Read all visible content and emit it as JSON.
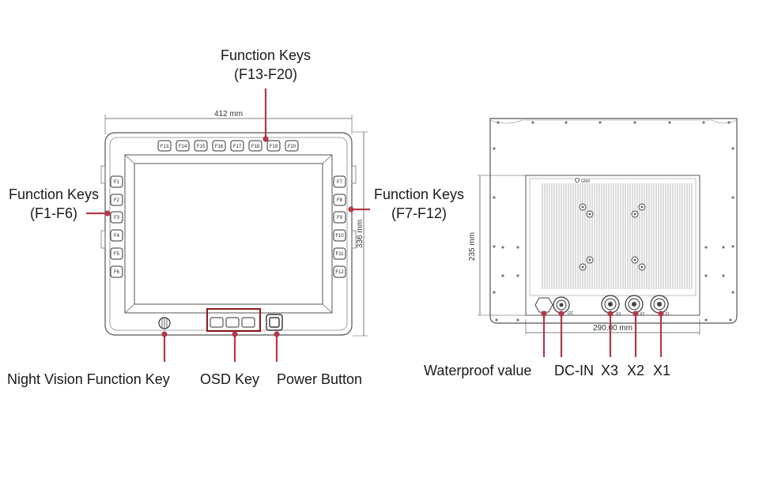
{
  "colors": {
    "leader": "#b03a48",
    "outline": "#555555",
    "highlight": "#8b1a1a"
  },
  "front_view": {
    "width_dim": "412 mm",
    "height_dim": "336 mm",
    "top_keys": [
      "F13",
      "F14",
      "F15",
      "F16",
      "F17",
      "F18",
      "F19",
      "F20"
    ],
    "left_keys": [
      "F1",
      "F2",
      "F3",
      "F4",
      "F5",
      "F6"
    ],
    "right_keys": [
      "F7",
      "F8",
      "F9",
      "F10",
      "F11",
      "F12"
    ]
  },
  "rear_view": {
    "width_dim": "290.00 mm",
    "height_dim": "235 mm",
    "gnd_label": "GND",
    "dc_label": "DC",
    "port_x3": "X3",
    "port_x2": "X2",
    "port_x1": "X1"
  },
  "callouts": {
    "function_keys_top_1": "Function Keys",
    "function_keys_top_2": "(F13-F20)",
    "function_keys_left_1": "Function Keys",
    "function_keys_left_2": "(F1-F6)",
    "function_keys_right_1": "Function Keys",
    "function_keys_right_2": "(F7-F12)",
    "night_vision": "Night Vision Function Key",
    "osd_key": "OSD Key",
    "power_button": "Power Button",
    "waterproof": "Waterproof  value",
    "dc_in": "DC-IN",
    "x3": "X3",
    "x2": "X2",
    "x1": "X1"
  }
}
